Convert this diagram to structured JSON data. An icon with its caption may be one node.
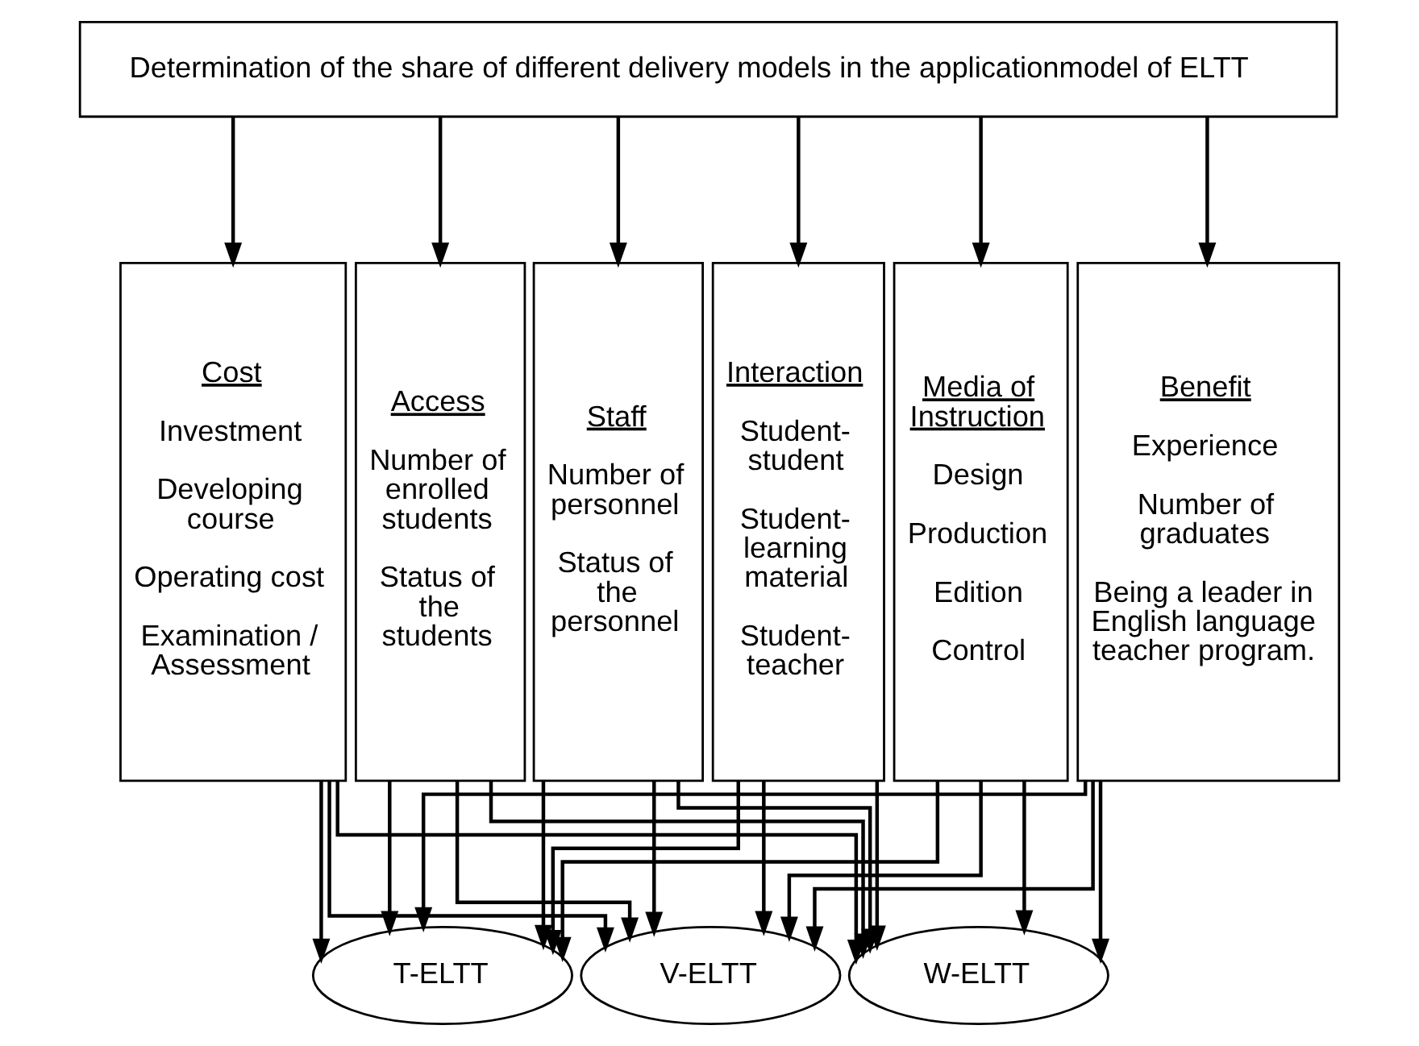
{
  "diagram": {
    "nodes": [
      {
        "text": [
          "Determination of the share of different delivery models in the applicationmodel of ELTT"
        ]
      },
      {
        "text": [
          "Cost",
          "Investment",
          "Developing course",
          "Operating cost",
          "Examination / Assessment"
        ]
      },
      {
        "text": [
          "Access",
          "Number of enrolled students",
          "Status of the students"
        ]
      },
      {
        "text": [
          "Staff",
          "Number of personnel",
          "Status of the personnel"
        ]
      },
      {
        "text": [
          "Interaction",
          "Student-student",
          "Student-learning material",
          "Student-teacher"
        ]
      },
      {
        "text": [
          "Media of Instruction",
          "Design",
          "Production",
          "Edition",
          "Control"
        ]
      },
      {
        "text": [
          "Benefit",
          "Experience",
          "Number of graduates",
          "Being a leader in English language teacher program."
        ]
      },
      {
        "text": [
          "T-ELTT"
        ]
      },
      {
        "text": [
          "V-ELTT"
        ]
      },
      {
        "text": [
          "W-ELTT"
        ]
      }
    ],
    "edges": [
      {
        "from": 0,
        "to": 1,
        "arrow": "to"
      },
      {
        "from": 0,
        "to": 2,
        "arrow": "to"
      },
      {
        "from": 0,
        "to": 3,
        "arrow": "to"
      },
      {
        "from": 0,
        "to": 4,
        "arrow": "to"
      },
      {
        "from": 0,
        "to": 5,
        "arrow": "to"
      },
      {
        "from": 0,
        "to": 6,
        "arrow": "to"
      },
      {
        "from": 1,
        "to": 7,
        "arrow": "to"
      },
      {
        "from": 1,
        "to": 8,
        "arrow": "to"
      },
      {
        "from": 1,
        "to": 9,
        "arrow": "to"
      },
      {
        "from": 2,
        "to": 7,
        "arrow": "to"
      },
      {
        "from": 2,
        "to": 8,
        "arrow": "to"
      },
      {
        "from": 2,
        "to": 9,
        "arrow": "to"
      },
      {
        "from": 3,
        "to": 7,
        "arrow": "to"
      },
      {
        "from": 3,
        "to": 8,
        "arrow": "to"
      },
      {
        "from": 3,
        "to": 9,
        "arrow": "to"
      },
      {
        "from": 4,
        "to": 7,
        "arrow": "to"
      },
      {
        "from": 4,
        "to": 8,
        "arrow": "to"
      },
      {
        "from": 4,
        "to": 9,
        "arrow": "to"
      },
      {
        "from": 5,
        "to": 7,
        "arrow": "to"
      },
      {
        "from": 5,
        "to": 8,
        "arrow": "to"
      },
      {
        "from": 5,
        "to": 9,
        "arrow": "to"
      },
      {
        "from": 6,
        "to": 7,
        "arrow": "to"
      },
      {
        "from": 6,
        "to": 8,
        "arrow": "to"
      },
      {
        "from": 6,
        "to": 9,
        "arrow": "to"
      }
    ]
  }
}
